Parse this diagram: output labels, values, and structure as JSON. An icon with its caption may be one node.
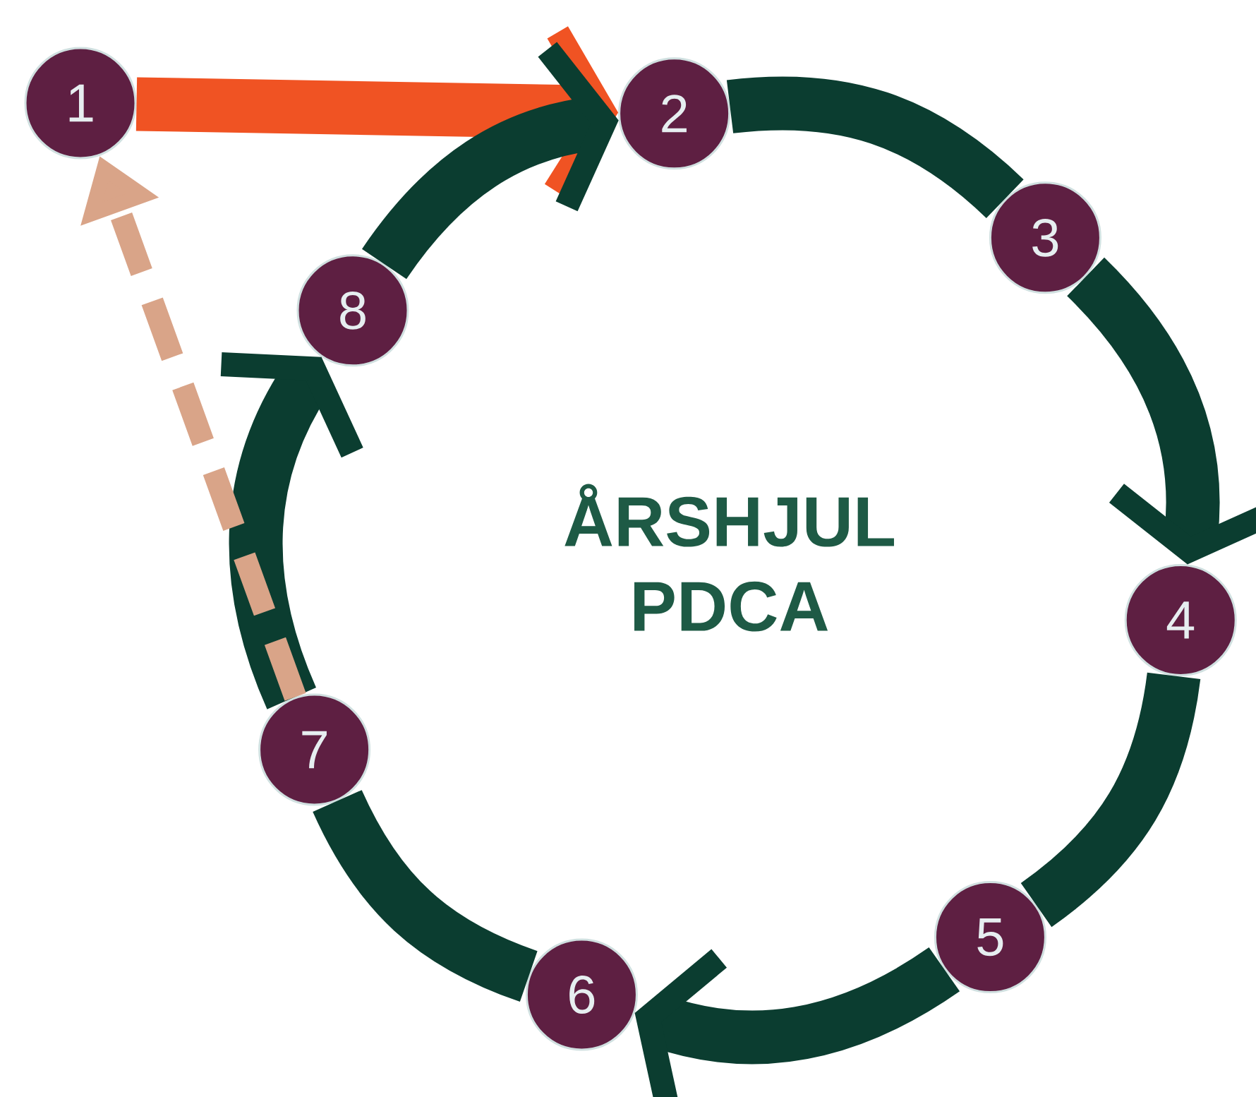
{
  "diagram": {
    "title": "ÅRSHJUL PDCA",
    "nodes": [
      {
        "text": [
          "1"
        ]
      },
      {
        "text": [
          "2"
        ]
      },
      {
        "text": [
          "3"
        ]
      },
      {
        "text": [
          "4"
        ]
      },
      {
        "text": [
          "5"
        ]
      },
      {
        "text": [
          "6"
        ]
      },
      {
        "text": [
          "7"
        ]
      },
      {
        "text": [
          "8"
        ]
      }
    ],
    "edges": [
      {
        "from": 0,
        "to": 1,
        "arrow": "to",
        "color": "#f05323"
      },
      {
        "from": 7,
        "to": 1,
        "arrow": "to"
      },
      {
        "from": 1,
        "to": 2,
        "arrow": "none"
      },
      {
        "from": 2,
        "to": 3,
        "arrow": "to"
      },
      {
        "from": 3,
        "to": 4,
        "arrow": "none"
      },
      {
        "from": 4,
        "to": 5,
        "arrow": "to"
      },
      {
        "from": 5,
        "to": 6,
        "arrow": "none"
      },
      {
        "from": 6,
        "to": 7,
        "arrow": "to"
      },
      {
        "from": 6,
        "to": 0,
        "arrow": "to",
        "style": "dashed",
        "color": "#d9a488"
      }
    ]
  }
}
